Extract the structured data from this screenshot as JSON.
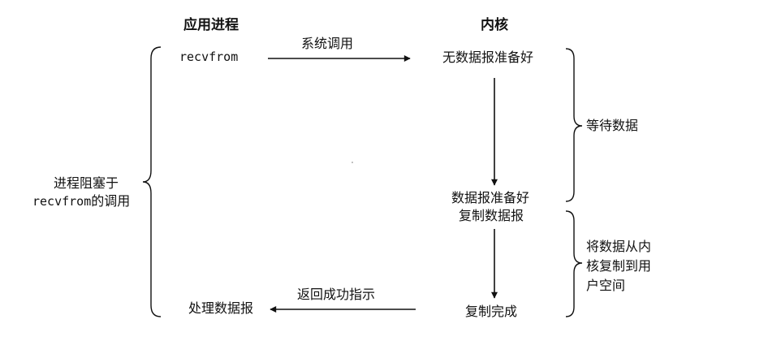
{
  "headers": {
    "app_process": "应用进程",
    "kernel": "内核"
  },
  "process": {
    "call": "recvfrom",
    "blocked_line1": "进程阻塞于",
    "blocked_line2_mono": "recvfrom",
    "blocked_line2_cn": "的调用",
    "process_datagram": "处理数据报"
  },
  "arrows": {
    "syscall": "系统调用",
    "return_ok": "返回成功指示"
  },
  "kernel_states": {
    "no_datagram": "无数据报准备好",
    "datagram_ready": "数据报准备好",
    "copy_datagram": "复制数据报",
    "copy_done": "复制完成"
  },
  "phases": {
    "wait_data": "等待数据",
    "copy_line1": "将数据从内",
    "copy_line2": "核复制到用",
    "copy_line3": "户空间"
  },
  "colors": {
    "ink": "#111111",
    "background": "#ffffff"
  }
}
